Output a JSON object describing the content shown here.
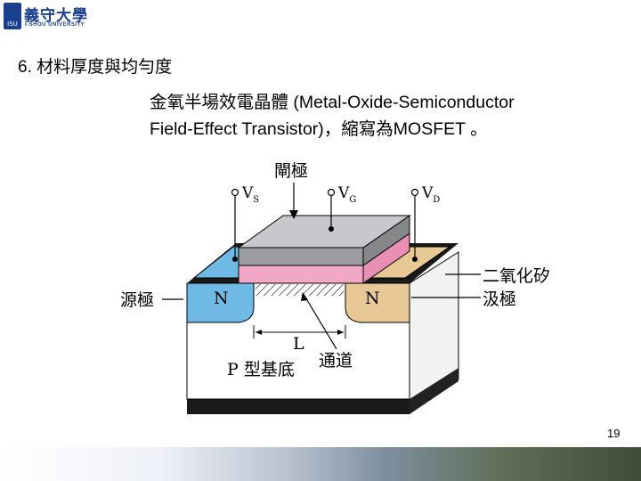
{
  "logo": {
    "name_cn": "義守大學",
    "name_en": "I-SHOU UNIVERSITY",
    "emblem": "ISU"
  },
  "heading": "6. 材料厚度與均勻度",
  "body": {
    "line1": "金氧半場效電晶體 (Metal-Oxide-Semiconductor",
    "line2": "Field-Effect Transistor)，縮寫為MOSFET 。"
  },
  "diagram": {
    "gate_label": "閘極",
    "vs": "V",
    "vs_sub": "S",
    "vg": "V",
    "vg_sub": "G",
    "vd": "V",
    "vd_sub": "D",
    "source_label": "源極",
    "oxide_label": "二氧化矽",
    "drain_label": "汲極",
    "n_left": "N",
    "n_right": "N",
    "length": "L",
    "channel_label": "通道",
    "substrate_label": "P 型基底",
    "colors": {
      "gate": "#c6c8cc",
      "oxide": "#f3a7c6",
      "source": "#6fb9e6",
      "drain": "#e8c894"
    }
  },
  "page_number": "19"
}
